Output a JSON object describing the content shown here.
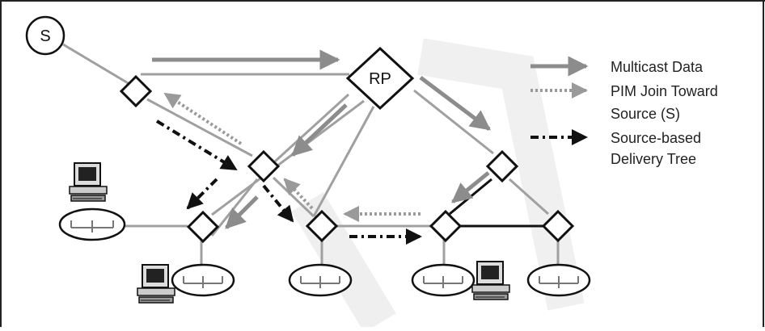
{
  "diagram": {
    "source_label": "S",
    "rp_label": "RP",
    "legend": {
      "multicast_data": "Multicast Data",
      "pim_join_line1": "PIM Join Toward",
      "pim_join_line2": "Source (S)",
      "source_tree_line1": "Source-based",
      "source_tree_line2": "Delivery Tree"
    }
  },
  "colors": {
    "gray_arrow": "#8c8c8c",
    "dotted_arrow": "#9a9a9a",
    "link": "#a0a0a0",
    "black": "#111111"
  }
}
